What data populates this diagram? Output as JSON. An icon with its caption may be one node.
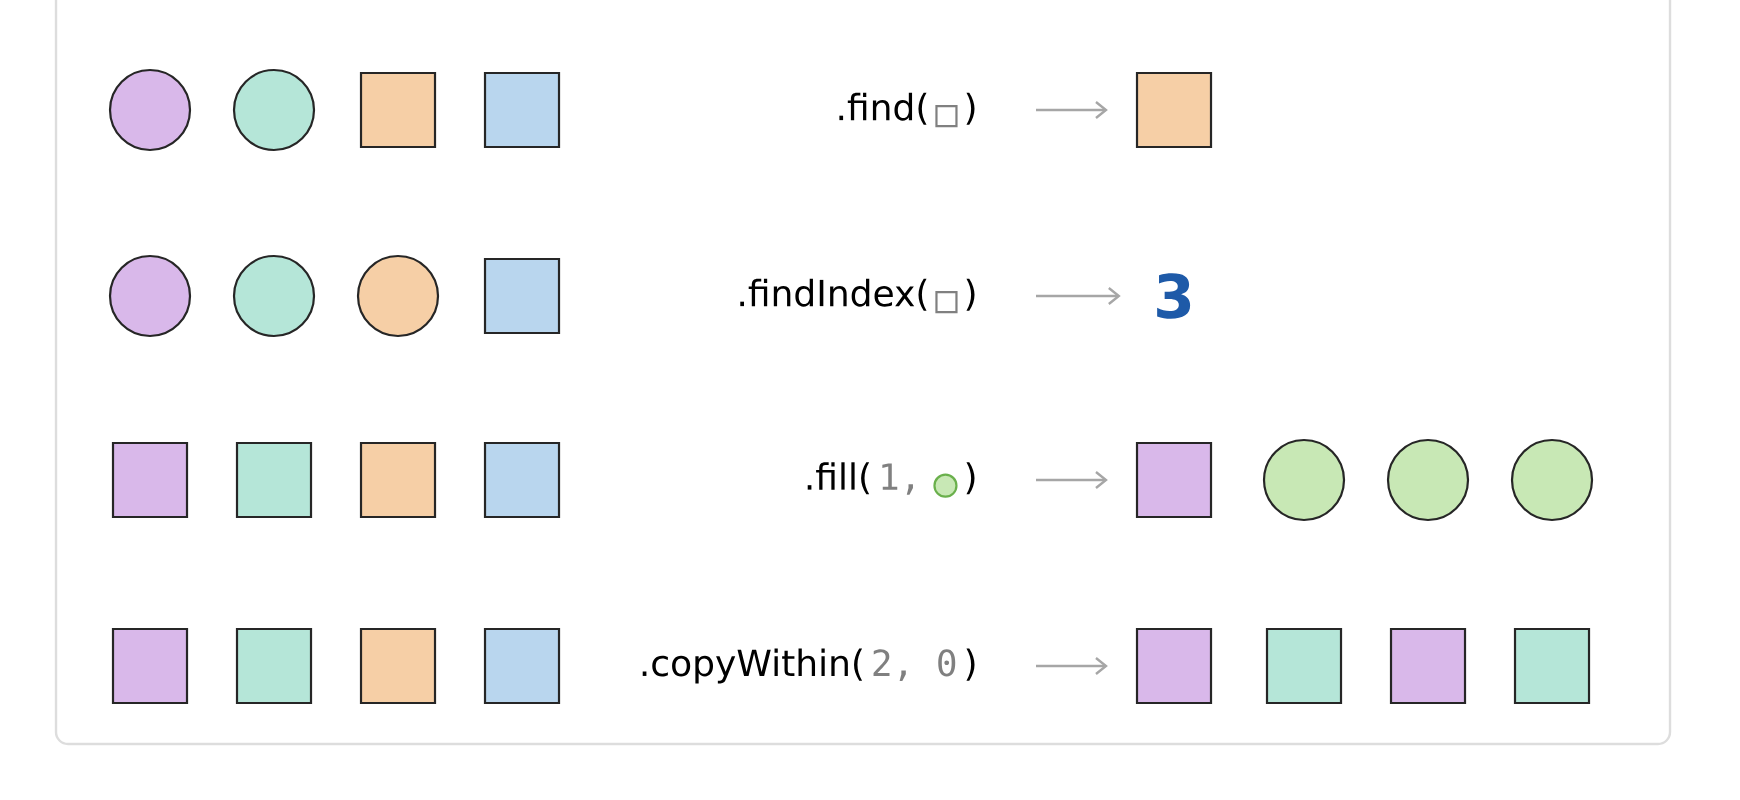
{
  "diagram": {
    "nodes": [
      {
        "text": [],
        "shape": "circle"
      },
      {
        "text": [],
        "shape": "circle"
      },
      {
        "text": [],
        "shape": "box"
      },
      {
        "text": [],
        "shape": "box"
      },
      {
        "text": [
          ".find(",
          ")"
        ]
      },
      {
        "text": [],
        "shape": "box"
      },
      {
        "text": [],
        "shape": "circle"
      },
      {
        "text": [],
        "shape": "circle"
      },
      {
        "text": [],
        "shape": "circle"
      },
      {
        "text": [],
        "shape": "box"
      },
      {
        "text": [
          ".findIndex(",
          ")"
        ]
      },
      {
        "text": [
          "3"
        ]
      },
      {
        "text": [],
        "shape": "box"
      },
      {
        "text": [],
        "shape": "box"
      },
      {
        "text": [],
        "shape": "box"
      },
      {
        "text": [],
        "shape": "box"
      },
      {
        "text": [
          ".fill(",
          "1,",
          ")"
        ]
      },
      {
        "text": [],
        "shape": "box"
      },
      {
        "text": [],
        "shape": "circle"
      },
      {
        "text": [],
        "shape": "circle"
      },
      {
        "text": [],
        "shape": "circle"
      },
      {
        "text": [],
        "shape": "box"
      },
      {
        "text": [],
        "shape": "box"
      },
      {
        "text": [],
        "shape": "box"
      },
      {
        "text": [],
        "shape": "box"
      },
      {
        "text": [
          ".copyWithin(",
          "2, 0",
          ")"
        ]
      },
      {
        "text": [],
        "shape": "box"
      },
      {
        "text": [],
        "shape": "box"
      },
      {
        "text": [],
        "shape": "box"
      },
      {
        "text": [],
        "shape": "box"
      }
    ],
    "edges": [
      {
        "from": 4,
        "to": 5,
        "arrow": "to"
      },
      {
        "from": 10,
        "to": 11,
        "arrow": "to"
      },
      {
        "from": 16,
        "to": 17,
        "arrow": "to"
      },
      {
        "from": 25,
        "to": 26,
        "arrow": "to"
      }
    ]
  }
}
